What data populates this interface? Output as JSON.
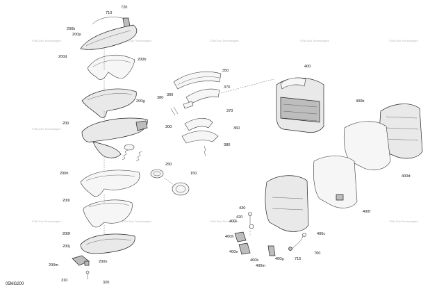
{
  "diagram_code": "05MG200",
  "watermark": "©Ski-Doo Technologies",
  "callouts": {
    "c710": "710",
    "c720": "720",
    "c200k": "200k",
    "c200p": "200p",
    "c200d": "200d",
    "c200b": "200b",
    "c200g": "200g",
    "c200": "200",
    "c200h": "200h",
    "c200i": "200i",
    "c200f": "200f",
    "c200j": "200j",
    "c200m": "200m",
    "c200n": "200n",
    "c310": "310",
    "c320": "320",
    "c350": "350",
    "c370a": "370",
    "c380a": "380",
    "c390": "390",
    "c300": "300",
    "c370b": "370",
    "c360": "360",
    "c380b": "380",
    "c250": "250",
    "c150": "150",
    "c400": "400",
    "c400b": "400b",
    "c400d": "400d",
    "c400f": "400f",
    "c400c": "400c",
    "c430": "430",
    "c420": "420",
    "c400l": "400l",
    "c400h": "400h",
    "c400e": "400e",
    "c400k": "400k",
    "c400m": "400m",
    "c400g": "400g",
    "c715": "715",
    "c700": "700"
  }
}
